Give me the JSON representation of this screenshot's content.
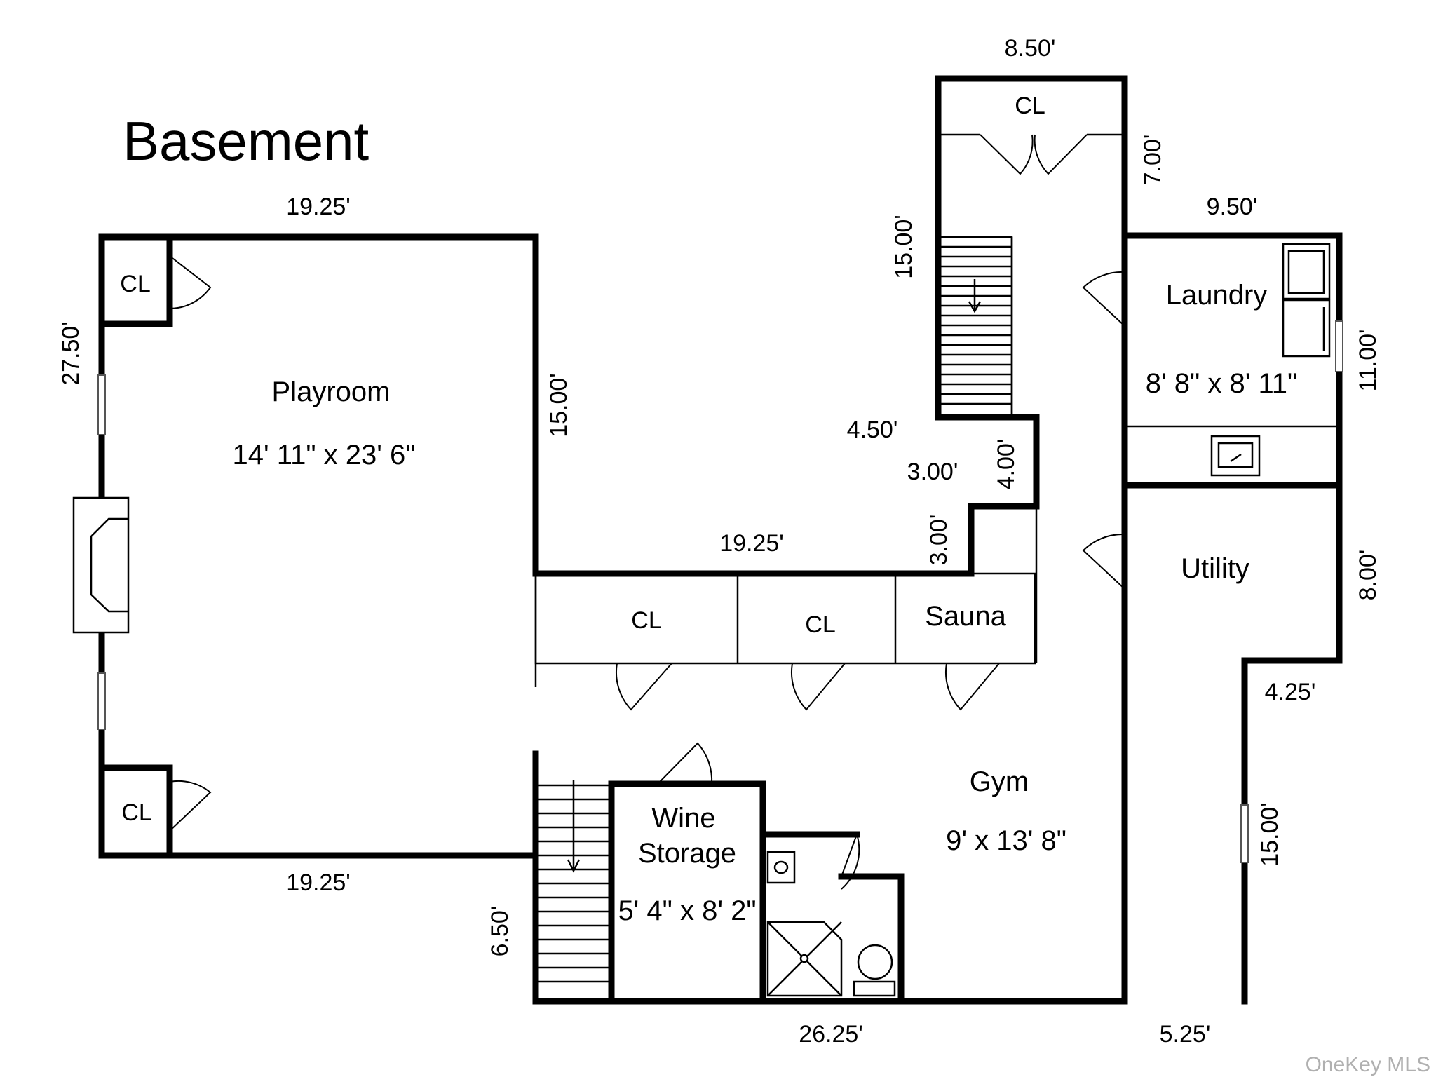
{
  "title": "Basement",
  "watermark": "OneKey MLS",
  "rooms": {
    "playroom": {
      "name": "Playroom",
      "size": "14' 11\" x 23' 6\""
    },
    "laundry": {
      "name": "Laundry",
      "size": "8' 8\" x 8' 11\""
    },
    "utility": {
      "name": "Utility"
    },
    "gym": {
      "name": "Gym",
      "size": "9' x 13' 8\""
    },
    "wine": {
      "name_line1": "Wine",
      "name_line2": "Storage",
      "size": "5' 4\" x 8' 2\""
    },
    "sauna": {
      "name": "Sauna"
    }
  },
  "closets": {
    "label": "CL"
  },
  "dimensions": {
    "top_stair_width": "8.50'",
    "stair_closet_depth": "7.00'",
    "laundry_width": "9.50'",
    "stair_length": "15.00'",
    "playroom_top": "19.25'",
    "playroom_left": "27.50'",
    "playroom_right": "15.00'",
    "landing_width": "4.50'",
    "step_a": "3.00'",
    "step_b": "4.00'",
    "step_c": "3.00'",
    "mid_wall": "19.25'",
    "laundry_right": "11.00'",
    "utility_right": "8.00'",
    "jog": "4.25'",
    "lower_right": "15.00'",
    "playroom_bottom": "19.25'",
    "lower_stair": "6.50'",
    "bottom_wall": "26.25'",
    "bottom_right": "5.25'"
  }
}
